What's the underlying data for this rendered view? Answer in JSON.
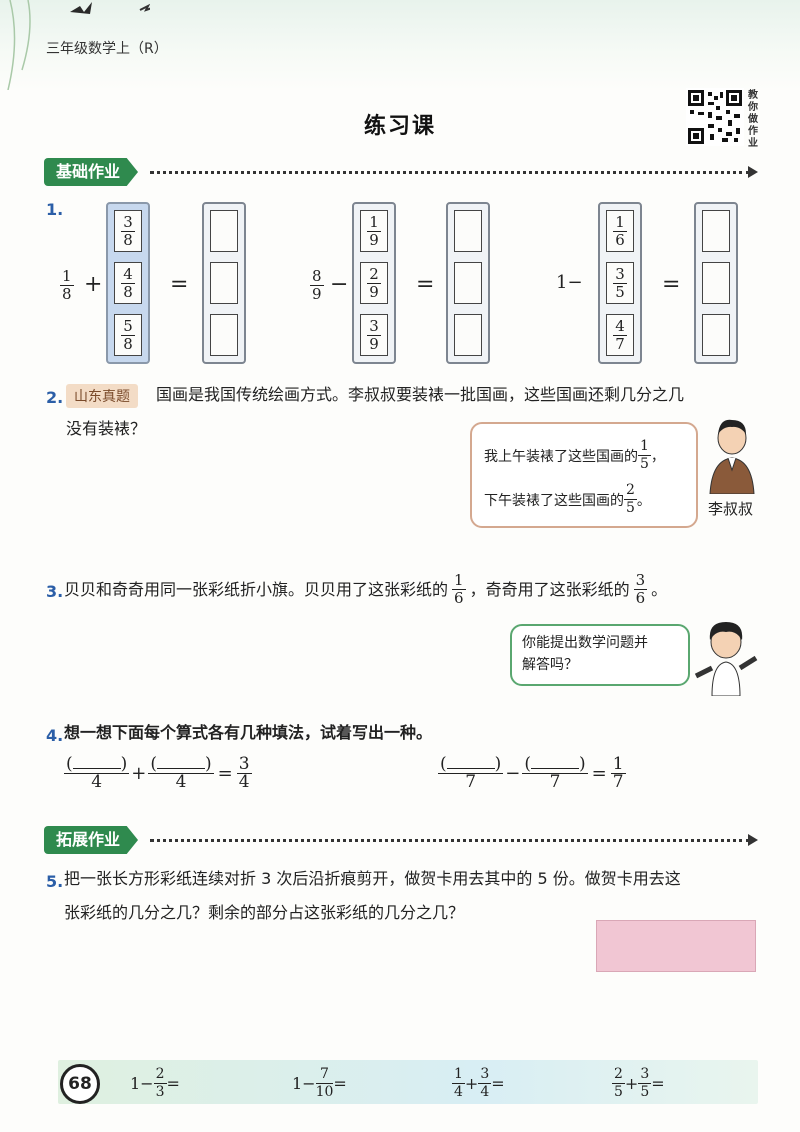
{
  "header": {
    "grade": "三年级数学上（R）",
    "title": "练习课",
    "qr_label": "教你做作业"
  },
  "sections": {
    "basic": "基础作业",
    "extended": "拓展作业"
  },
  "q1": {
    "num": "1.",
    "groups": [
      {
        "lead_num": "1",
        "lead_den": "8",
        "lead_op": "+",
        "cells": [
          [
            "3",
            "8"
          ],
          [
            "4",
            "8"
          ],
          [
            "5",
            "8"
          ]
        ],
        "eq": "="
      },
      {
        "lead_num": "8",
        "lead_den": "9",
        "lead_op": "−",
        "cells": [
          [
            "1",
            "9"
          ],
          [
            "2",
            "9"
          ],
          [
            "3",
            "9"
          ]
        ],
        "eq": "="
      },
      {
        "lead_text": "1−",
        "cells": [
          [
            "1",
            "6"
          ],
          [
            "3",
            "5"
          ],
          [
            "4",
            "7"
          ]
        ],
        "eq": "="
      }
    ]
  },
  "q2": {
    "num": "2.",
    "badge": "山东真题",
    "text1": "国画是我国传统绘画方式。李叔叔要装裱一批国画，这些国画还剩几分之几",
    "text2": "没有装裱？",
    "bubble_line1": "我上午装裱了这些国画的",
    "bubble_f1": [
      "1",
      "5"
    ],
    "bubble_line1_end": "，",
    "bubble_line2": "下午装裱了这些国画的",
    "bubble_f2": [
      "2",
      "5"
    ],
    "bubble_line2_end": "。",
    "person": "李叔叔"
  },
  "q3": {
    "num": "3.",
    "text_a": "贝贝和奇奇用同一张彩纸折小旗。贝贝用了这张彩纸的",
    "f1": [
      "1",
      "6"
    ],
    "text_b": "，奇奇用了这张彩纸的",
    "f2": [
      "3",
      "6"
    ],
    "text_c": "。",
    "bubble1": "你能提出数学问题并",
    "bubble2": "解答吗？"
  },
  "q4": {
    "num": "4.",
    "text": "想一想下面每个算式各有几种填法，试着写出一种。",
    "left": {
      "den1": "4",
      "op": "+",
      "den2": "4",
      "eq": "=",
      "rnum": "3",
      "rden": "4"
    },
    "right": {
      "den1": "7",
      "op": "−",
      "den2": "7",
      "eq": "=",
      "rnum": "1",
      "rden": "7"
    },
    "paren_open": "(",
    "paren_close": ")"
  },
  "q5": {
    "num": "5.",
    "text1": "把一张长方形彩纸连续对折 3 次后沿折痕剪开，做贺卡用去其中的 5 份。做贺卡用去这",
    "text2": "张彩纸的几分之几？剩余的部分占这张彩纸的几分之几？"
  },
  "footer": {
    "page": "68",
    "exercises": [
      {
        "lead": "1−",
        "num": "2",
        "den": "3",
        "mid": "",
        "num2": "",
        "den2": "",
        "tail": "="
      },
      {
        "lead": "1−",
        "num": "7",
        "den": "10",
        "mid": "",
        "num2": "",
        "den2": "",
        "tail": "="
      },
      {
        "lead": "",
        "num": "1",
        "den": "4",
        "mid": "+",
        "num2": "3",
        "den2": "4",
        "tail": "="
      },
      {
        "lead": "",
        "num": "2",
        "den": "5",
        "mid": "+",
        "num2": "3",
        "den2": "5",
        "tail": "="
      }
    ]
  },
  "colors": {
    "accent": "#2f8a4e",
    "qnum": "#2b5ea7",
    "tower_blue": "#c7d8ee",
    "badge": "#f3dcc6"
  }
}
